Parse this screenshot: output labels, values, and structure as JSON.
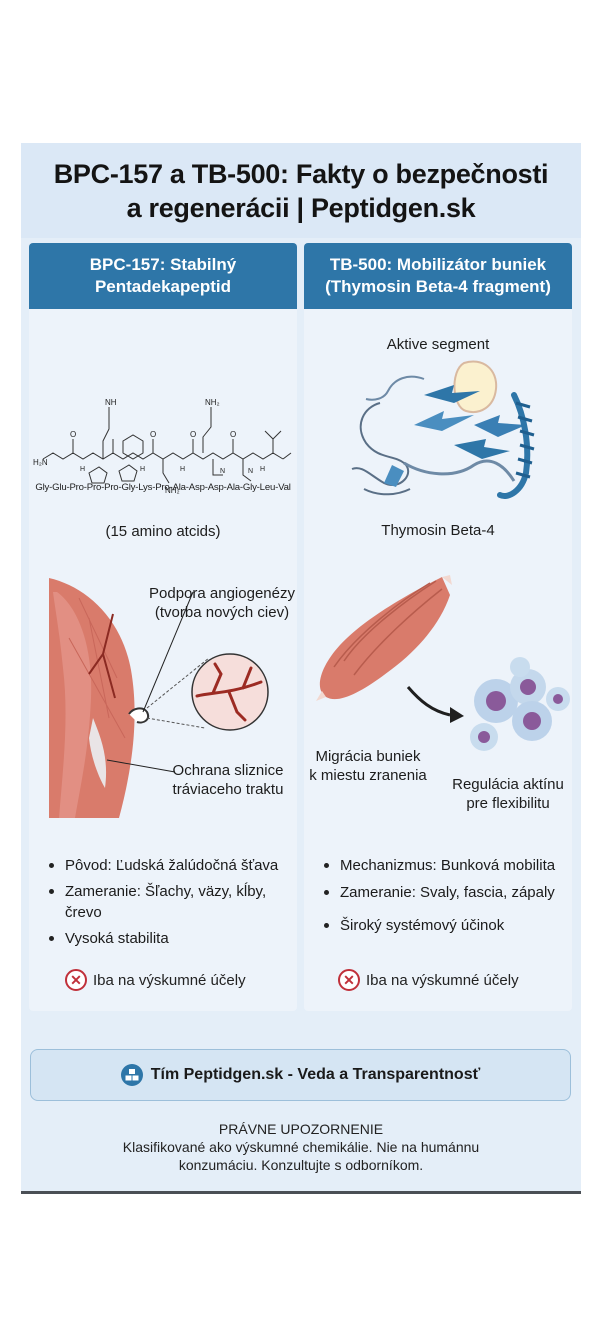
{
  "header": {
    "title_line1": "BPC-157 a TB-500: Fakty o bezpečnosti",
    "title_line2": "a regenerácii | Peptidgen.sk"
  },
  "left": {
    "heading_line1": "BPC-157: Stabilný",
    "heading_line2": "Pentadekapeptid",
    "sequence": "Gly-Glu-Pro-Pro-Pro-Gly-Lys-Pro-Ala-Asp-Asp-Ala-Gly-Leu-Val",
    "amino_count": "(15 amino atcids)",
    "angio_line1": "Podpora angiogenézy",
    "angio_line2": "(tvorba nových ciev)",
    "mucosa_line1": "Ochrana sliznice",
    "mucosa_line2": "tráviaceho traktu",
    "bullets": [
      "Pôvod: Ľudská žalúdočná šťava",
      "Zameranie: Šľachy, väzy, kĺby, črevo",
      "Vysoká stabilita"
    ],
    "research_note": "Iba na výskumné účely",
    "chem_labels": {
      "h2n": "H₂N",
      "nh2_a": "NH₂",
      "nh2_b": "NH₂",
      "nh": "NH",
      "h_a": "H",
      "h_b": "H",
      "h_c": "H",
      "h_d": "H",
      "n_a": "N",
      "n_b": "N",
      "o_a": "O",
      "o_b": "O",
      "o_c": "O",
      "o_d": "O"
    }
  },
  "right": {
    "heading_line1": "TB-500: Mobilizátor buniek",
    "heading_line2": "(Thymosin Beta-4 fragment)",
    "active_segment": "Aktive segment",
    "thymosin_label": "Thymosin Beta-4",
    "migration_line1": "Migrácia buniek",
    "migration_line2": "k miestu zranenia",
    "actin_line1": "Regulácia aktínu",
    "actin_line2": "pre flexibilitu",
    "bullets": [
      "Mechanizmus: Bunková mobilita",
      "Zameranie: Svaly, fascia, zápaly",
      "Široký systémový účinok"
    ],
    "research_note": "Iba na výskumné účely"
  },
  "team": {
    "label": "Tím Peptidgen.sk - Veda a Transparentnosť"
  },
  "legal": {
    "title": "PRÁVNE UPOZORNENIE",
    "line1": "Klasifikované ako výskumné chemikálie. Nie na humánnu",
    "line2": "konzumáciu. Konzultujte s odborníkom."
  },
  "colors": {
    "heading_blue": "#2e76a8",
    "card_bg": "#e4eef8",
    "muscle": "#d97b6b",
    "warning_red": "#c0303a"
  }
}
